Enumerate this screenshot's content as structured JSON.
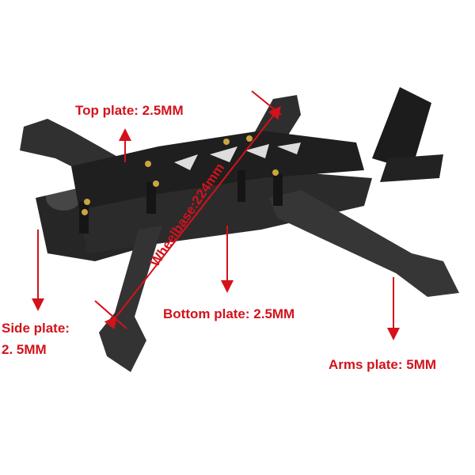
{
  "labels": {
    "top_plate": "Top plate: 2.5MM",
    "side_plate_line1": "Side plate:",
    "side_plate_line2": "2. 5MM",
    "bottom_plate": "Bottom plate: 2.5MM",
    "arms_plate": "Arms plate: 5MM",
    "wheelbase": "Wheelbase:224mm"
  },
  "colors": {
    "annotation": "#d3121c",
    "carbon": "#2a2a2a",
    "screw": "#c9a640"
  }
}
